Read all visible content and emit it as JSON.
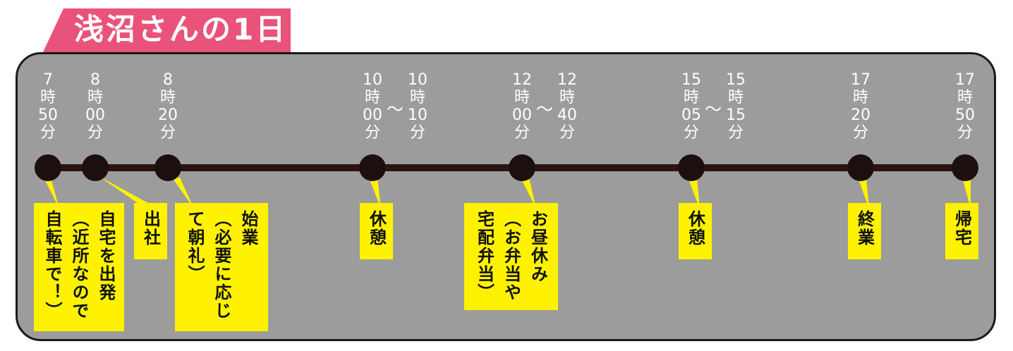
{
  "title": "浅沼さんの1日",
  "colors": {
    "title_bg": "#e9537a",
    "panel_bg": "#9c9c9c",
    "label_bg": "#fff200",
    "timeline": "#2a1414"
  },
  "events": [
    {
      "time": [
        "7",
        "時",
        "50",
        "分"
      ],
      "label": [
        "自転車で！）",
        "（近所なので",
        "自宅を出発"
      ]
    },
    {
      "time": [
        "8",
        "時",
        "00",
        "分"
      ],
      "label": [
        "出社"
      ]
    },
    {
      "time": [
        "8",
        "時",
        "20",
        "分"
      ],
      "label": [
        "て朝礼）",
        "（必要に応じ",
        "始業"
      ]
    },
    {
      "time": [
        "10",
        "時",
        "00",
        "分"
      ],
      "time_end": [
        "10",
        "時",
        "10",
        "分"
      ],
      "label": [
        "休憩"
      ]
    },
    {
      "time": [
        "12",
        "時",
        "00",
        "分"
      ],
      "time_end": [
        "12",
        "時",
        "40",
        "分"
      ],
      "label": [
        "宅配弁当）",
        "（お弁当や",
        "お昼休み"
      ]
    },
    {
      "time": [
        "15",
        "時",
        "05",
        "分"
      ],
      "time_end": [
        "15",
        "時",
        "15",
        "分"
      ],
      "label": [
        "休憩"
      ]
    },
    {
      "time": [
        "17",
        "時",
        "20",
        "分"
      ],
      "label": [
        "終業"
      ]
    },
    {
      "time": [
        "17",
        "時",
        "50",
        "分"
      ],
      "label": [
        "帰宅"
      ]
    }
  ]
}
